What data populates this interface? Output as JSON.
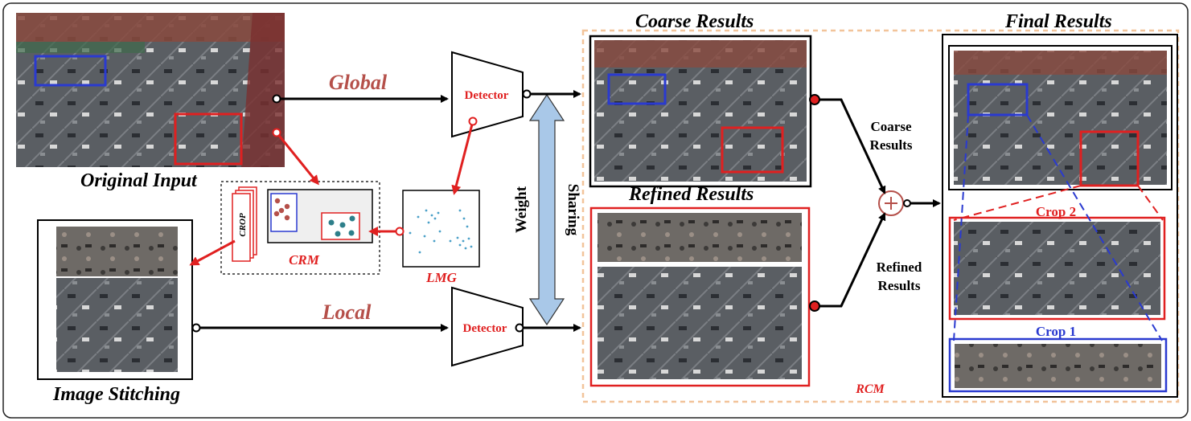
{
  "labels": {
    "original_input": "Original Input",
    "image_stitching": "Image Stitching",
    "global": "Global",
    "local": "Local",
    "detector_top": "Detector",
    "detector_bottom": "Detector",
    "crop": "CROP",
    "crm": "CRM",
    "lmg": "LMG",
    "weight": "Weight",
    "sharing": "Sharing",
    "coarse_results_title": "Coarse Results",
    "refined_results_title": "Refined Results",
    "final_results_title": "Final Results",
    "coarse_results_line1": "Coarse",
    "coarse_results_line2": "Results",
    "refined_results_line1": "Refined",
    "refined_results_line2": "Results",
    "rcm": "RCM",
    "crop2": "Crop 2",
    "crop1": "Crop 1"
  },
  "colors": {
    "accent_red": "#e02020",
    "label_brown": "#b5504a",
    "blue": "#2a3ad0",
    "dashed_orange": "#f2c49a",
    "arrow_blue_fill": "#a9c8e8",
    "photo_dark": "#4c5056"
  }
}
